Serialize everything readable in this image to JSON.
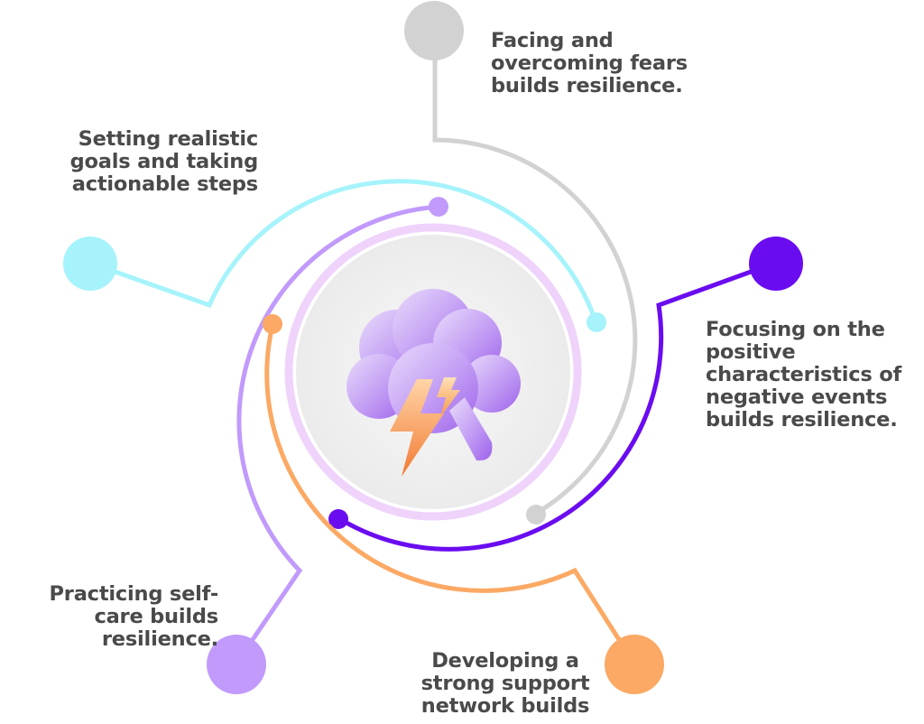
{
  "labels": {
    "fears": "Facing and\novercoming fears\nbuilds resilience.",
    "goals": "Setting realistic\ngoals and taking\nactionable steps",
    "positive": "Focusing on the\npositive\ncharacteristics of\nnegative events\nbuilds resilience.",
    "selfcare": "Practicing self-\ncare builds\nresilience.",
    "support": "Developing a\nstrong support\nnetwork builds"
  },
  "colors": {
    "gray": "#d2d2d2",
    "cyan": "#a6f3fb",
    "violet": "#6a0cf0",
    "lavender": "#c19afc",
    "orange": "#fba964",
    "center_ring": "#efd3fb",
    "text": "#4a4a4a"
  },
  "icons": {
    "center": "storm-cloud-lightning-icon"
  }
}
